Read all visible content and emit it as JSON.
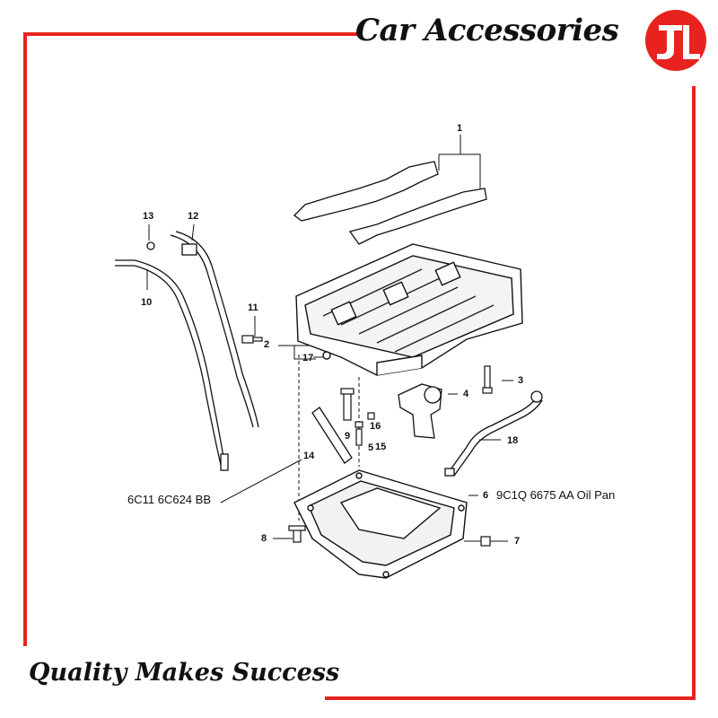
{
  "brand": {
    "title": "Car Accessories",
    "logo_monogram": "JL",
    "slogan": "Quality Makes Success",
    "accent_color": "#e8231f"
  },
  "diagram": {
    "callouts": [
      "1",
      "2",
      "3",
      "4",
      "5",
      "6",
      "7",
      "8",
      "9",
      "10",
      "11",
      "12",
      "13",
      "14",
      "15",
      "16",
      "17",
      "18"
    ],
    "annotations": {
      "dipstick_part_no": "6C11 6C624 BB",
      "oil_pan_part_no": "9C1Q 6675 AA Oil Pan"
    }
  }
}
